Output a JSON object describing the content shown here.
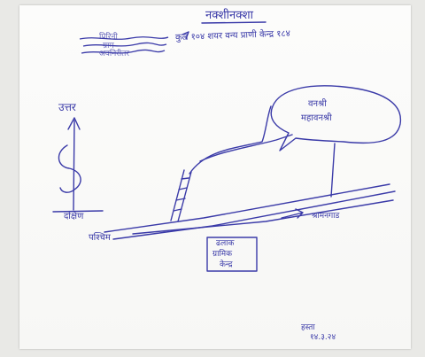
{
  "title": "नक्शीनक्शा",
  "header_note": "कुल १०४ शयर वन्य प्राणी केन्द्र १८४",
  "smudged_text": [
    "प्रिरिनी",
    "ग्राम",
    "अवनिरीतर"
  ],
  "labels": {
    "north": "उत्तर",
    "south": "दक्षिण",
    "west": "पश्चिम",
    "right_arrow": "श्रामनगाड",
    "mountain_callout": [
      "वनश्री",
      "महावनश्री"
    ],
    "box_label": [
      "ढलाक",
      "ग्रामिक",
      "केन्द्र"
    ],
    "signature": [
      "हस्ता",
      "१४.३.२४"
    ]
  },
  "colors": {
    "ink": "#3a3aa8",
    "paper": "#fbfbfa",
    "background": "#e9e9e6"
  }
}
